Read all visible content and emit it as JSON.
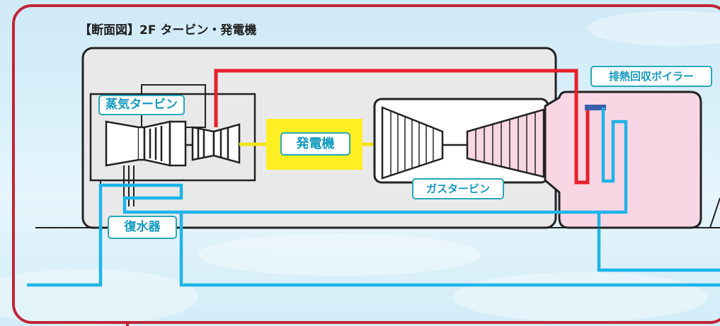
{
  "diagram": {
    "title": "【断面図】2F タービン・発電機",
    "labels": {
      "steam_turbine": "蒸気タービン",
      "generator": "発電機",
      "gas_turbine": "ガスタービン",
      "hrsg": "排熱回収ボイラー",
      "condenser": "復水器"
    },
    "colors": {
      "frame": "#c02436",
      "steam_pipe": "#e8202a",
      "water_pipe": "#1fb4e8",
      "generator_fill": "#ffef22",
      "hrsg_fill": "#f9d6e3",
      "label_border": "#27a8b8",
      "label_text": "#129ac0"
    },
    "icons": [
      "steam-turbine-icon",
      "gas-turbine-icon",
      "generator-shaft-icon"
    ]
  }
}
